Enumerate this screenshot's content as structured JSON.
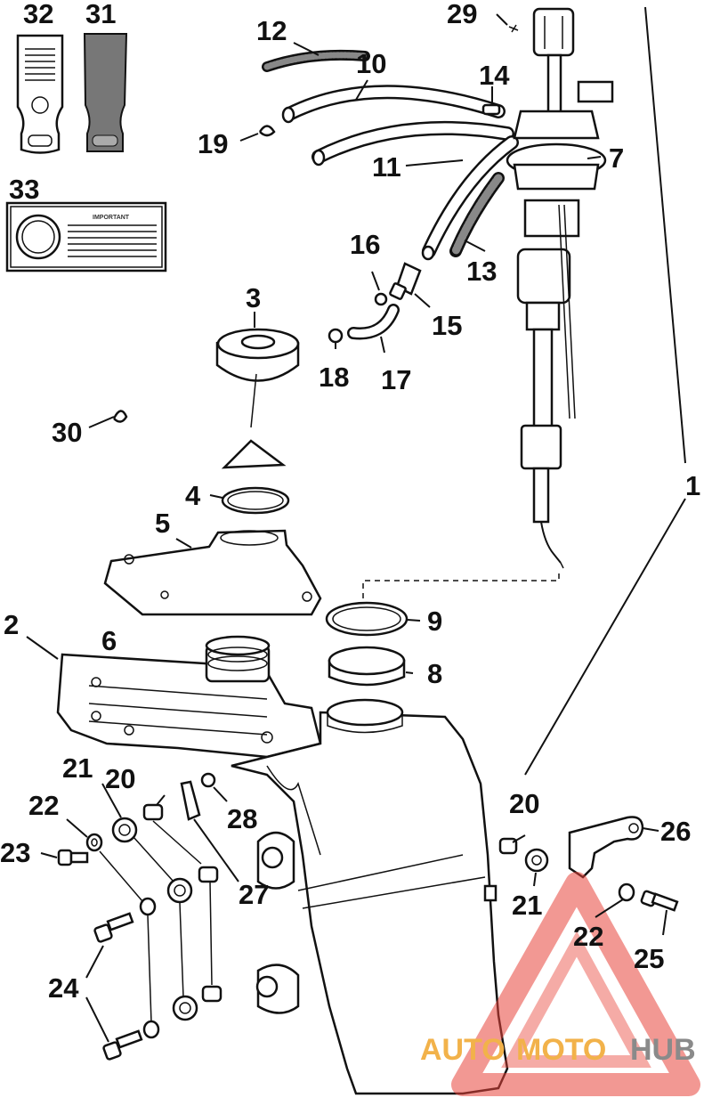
{
  "callouts": {
    "c1": "1",
    "c2": "2",
    "c3": "3",
    "c4": "4",
    "c5": "5",
    "c6": "6",
    "c7": "7",
    "c8": "8",
    "c9": "9",
    "c10": "10",
    "c11": "11",
    "c12": "12",
    "c13": "13",
    "c14": "14",
    "c15": "15",
    "c16": "16",
    "c17": "17",
    "c18": "18",
    "c19": "19",
    "c20a": "20",
    "c20b": "20",
    "c21a": "21",
    "c21b": "21",
    "c22a": "22",
    "c22b": "22",
    "c23": "23",
    "c24": "24",
    "c25": "25",
    "c26": "26",
    "c27": "27",
    "c28": "28",
    "c29": "29",
    "c30": "30",
    "c31": "31",
    "c32": "32",
    "c33": "33"
  },
  "decal33": {
    "title": "IMPORTANT"
  },
  "watermark": {
    "part1": "AUTO",
    "part2": "MOTO",
    "part3": "HUB"
  },
  "colors": {
    "line": "#111111",
    "watermark_red": "#e8443a",
    "watermark_orange": "#f2b24a",
    "watermark_gray": "#8a8a8a"
  }
}
